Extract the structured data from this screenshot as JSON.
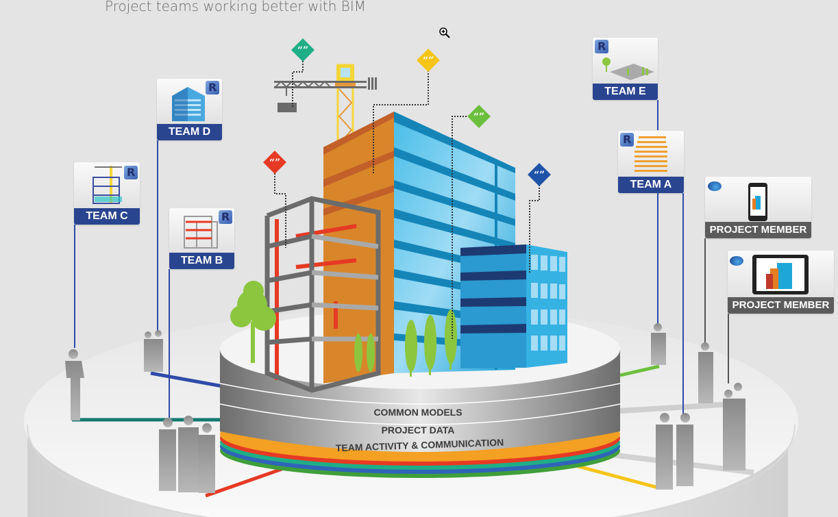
{
  "header": {
    "subtitle": "Project teams working better with BIM"
  },
  "teams": [
    {
      "id": "team-d",
      "label": "TEAM D",
      "app_icon": "revit-icon",
      "thumbnail": "blue-building-icon"
    },
    {
      "id": "team-c",
      "label": "TEAM C",
      "app_icon": "revit-icon",
      "thumbnail": "crane-structure-icon"
    },
    {
      "id": "team-b",
      "label": "TEAM B",
      "app_icon": "revit-icon",
      "thumbnail": "red-mep-structure-icon"
    },
    {
      "id": "team-e",
      "label": "TEAM E",
      "app_icon": "revit-icon",
      "thumbnail": "site-landscape-icon"
    },
    {
      "id": "team-a",
      "label": "TEAM A",
      "app_icon": "revit-icon",
      "thumbnail": "orange-floor-slabs-icon"
    }
  ],
  "members": [
    {
      "id": "member-phone",
      "label": "PROJECT MEMBER",
      "app_icon": "a360-icon",
      "device": "smartphone-icon"
    },
    {
      "id": "member-tablet",
      "label": "PROJECT MEMBER",
      "app_icon": "a360-icon",
      "device": "tablet-icon"
    }
  ],
  "platform_layers": [
    {
      "id": "common-models",
      "label": "COMMON MODELS"
    },
    {
      "id": "project-data",
      "label": "PROJECT DATA"
    },
    {
      "id": "team-activity",
      "label": "TEAM ACTIVITY & COMMUNICATION"
    }
  ],
  "comment_bubbles": [
    {
      "id": "bubble-green-teal",
      "glyph": "“”",
      "color": "#1fae86"
    },
    {
      "id": "bubble-yellow",
      "glyph": "“”",
      "color": "#f5c518"
    },
    {
      "id": "bubble-green",
      "glyph": "“”",
      "color": "#6cbf3d"
    },
    {
      "id": "bubble-red",
      "glyph": "“”",
      "color": "#e63a24"
    },
    {
      "id": "bubble-blue",
      "glyph": "“”",
      "color": "#1f53a8"
    }
  ],
  "colors": {
    "team_label_bg": "#2a4590",
    "member_label_bg": "#5b5b5b",
    "ring_orange": "#f4a023",
    "ring_red": "#e63a24",
    "ring_teal": "#1fae86",
    "ring_blue": "#2f64b8",
    "ring_green": "#3f9f3a",
    "building_orange": "#d9862a",
    "building_blue": "#1ea6d8"
  }
}
